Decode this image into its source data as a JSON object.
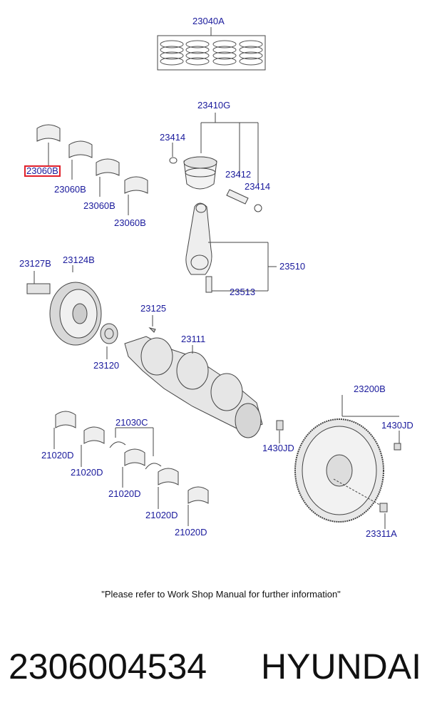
{
  "labels": {
    "l23040A": "23040A",
    "l23410G": "23410G",
    "l23414a": "23414",
    "l23412": "23412",
    "l23414b": "23414",
    "l23060Bhl": "23060B",
    "l23060Ba": "23060B",
    "l23060Bb": "23060B",
    "l23060Bc": "23060B",
    "l23127B": "23127B",
    "l23124B": "23124B",
    "l23510": "23510",
    "l23513": "23513",
    "l23125": "23125",
    "l23111": "23111",
    "l23120": "23120",
    "l23200B": "23200B",
    "l1430JDa": "1430JD",
    "l1430JDb": "1430JD",
    "l21030C": "21030C",
    "l21020Da": "21020D",
    "l21020Db": "21020D",
    "l21020Dc": "21020D",
    "l21020Dd": "21020D",
    "l21020De": "21020D",
    "l23311A": "23311A"
  },
  "note": "\"Please refer to Work Shop Manual for further information\"",
  "part_number": "2306004534",
  "brand": "HYUNDAI",
  "colors": {
    "label": "#1a1a9c",
    "highlight": "#e0202a",
    "line": "#444444"
  }
}
